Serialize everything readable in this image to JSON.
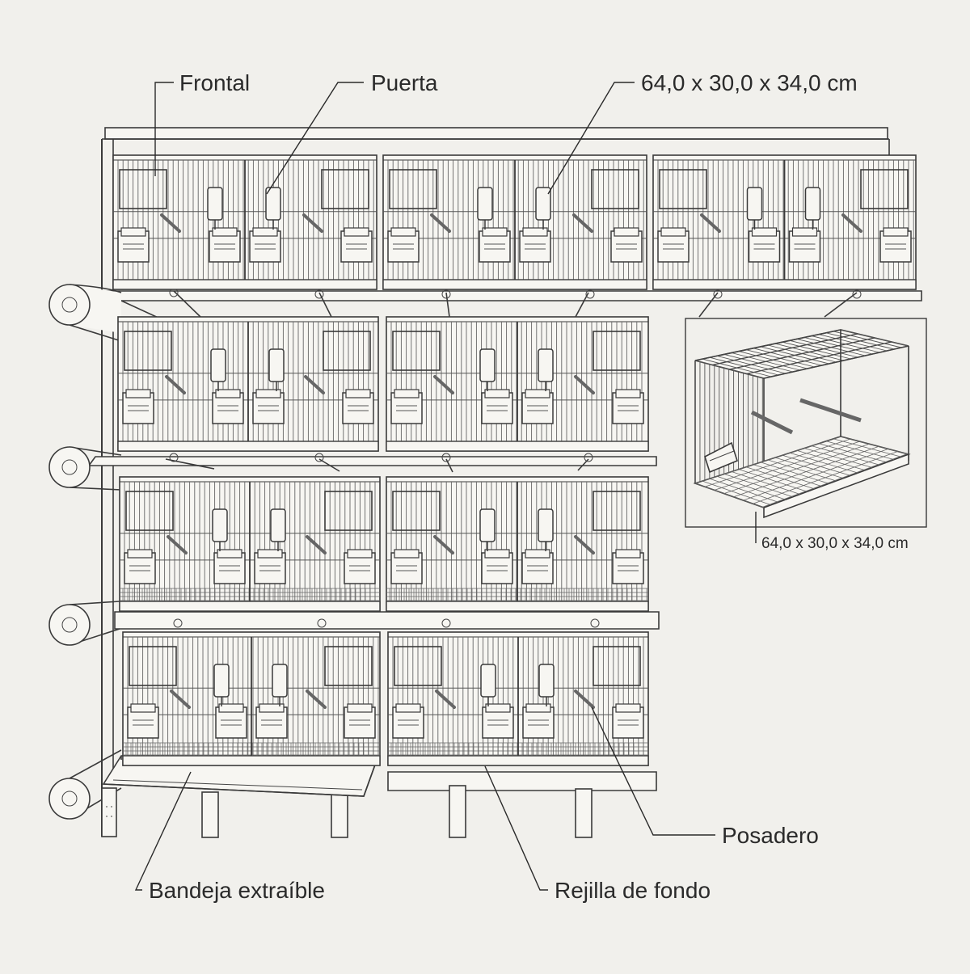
{
  "labels": {
    "frontal": "Frontal",
    "puerta": "Puerta",
    "dimensions_top": "64,0 x 30,0 x 34,0 cm",
    "posadero": "Posadero",
    "bandeja": "Bandeja extraíble",
    "rejilla": "Rejilla de fondo",
    "dimensions_inset": "64,0 x 30,0 x 34,0 cm"
  },
  "colors": {
    "background": "#f1f0ec",
    "line": "#3a3a3a",
    "text": "#2a2a2a"
  }
}
